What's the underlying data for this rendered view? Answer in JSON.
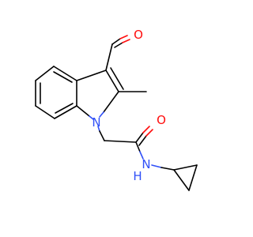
{
  "molecule": {
    "atoms": [
      {
        "id": "O_ald",
        "symbol": "O",
        "color": "#ff0d0d"
      },
      {
        "id": "N_ring",
        "symbol": "N",
        "color": "#3050f8"
      },
      {
        "id": "O_amide",
        "symbol": "O",
        "color": "#ff0d0d"
      },
      {
        "id": "N_amide",
        "symbol": "N",
        "color": "#3050f8",
        "hydrogen": "H"
      }
    ]
  }
}
